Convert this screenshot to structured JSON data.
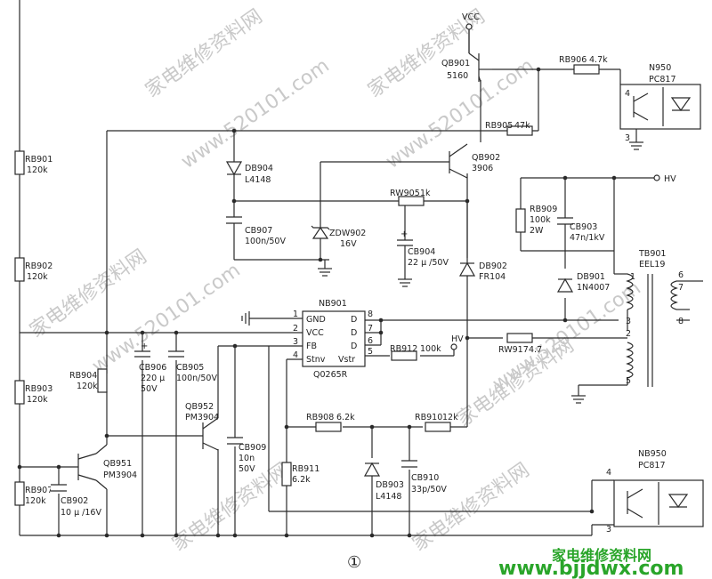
{
  "figure_number": "①",
  "watermarks": [
    "家电维修资料网",
    "www.520101.com"
  ],
  "site_logo": {
    "cn": "家电维修资料网",
    "url": "www.bjjdwx.com",
    "color": "#2aa52a"
  },
  "labels": {
    "vcc": "VCC",
    "hv": "HV",
    "hv2": "HV",
    "qb901_ref": "QB901",
    "qb901_val": "5160",
    "rb906_ref": "RB906",
    "rb906_val": "4.7k",
    "n950_ref": "N950",
    "n950_val": "PC817",
    "rb905_ref": "RB905",
    "rb905_val": "47k",
    "qb902_ref": "QB902",
    "qb902_val": "3906",
    "db904_ref": "DB904",
    "db904_val": "L4148",
    "rw905_ref": "RW905",
    "rw905_val": "1k",
    "rb909_ref": "RB909",
    "rb909_val1": "100k",
    "rb909_val2": "2W",
    "cb903_ref": "CB903",
    "cb903_val": "47n/1kV",
    "cb907_ref": "CB907",
    "cb907_val": "100n/50V",
    "zdw902_ref": "ZDW902",
    "zdw902_val": "16V",
    "cb904_ref": "CB904",
    "cb904_val": "22 μ /50V",
    "tb901_ref": "TB901",
    "tb901_val": "EEL19",
    "db902_ref": "DB902",
    "db902_val": "FR104",
    "db901_ref": "DB901",
    "db901_val": "1N4007",
    "rb901_ref": "RB901",
    "rb901_val": "120k",
    "rb902_ref": "RB902",
    "rb902_val": "120k",
    "rb903_ref": "RB903",
    "rb903_val": "120k",
    "rb907_ref": "RB907",
    "rb907_val": "120k",
    "rb904_ref": "RB904",
    "rb904_val": "120k",
    "nb901_ref": "NB901",
    "nb901_val": "Q0265R",
    "ic_pins_left": [
      "GND",
      "VCC",
      "FB",
      "Stnv"
    ],
    "ic_pins_right": [
      "D",
      "D",
      "D",
      "Vstr"
    ],
    "ic_nums_left": [
      "1",
      "2",
      "3",
      "4"
    ],
    "ic_nums_right": [
      "8",
      "7",
      "6",
      "5"
    ],
    "cb906_ref": "CB906",
    "cb906_val1": "220 μ",
    "cb906_val2": "50V",
    "cb905_ref": "CB905",
    "cb905_val": "100n/50V",
    "rb912_ref": "RB912",
    "rb912_val": "100k",
    "rw917_ref": "RW917",
    "rw917_val": "4.7",
    "qb952_ref": "QB952",
    "qb952_val": "PM3904",
    "cb909_ref": "CB909",
    "cb909_val1": "10n",
    "cb909_val2": "50V",
    "rb908_ref": "RB908",
    "rb908_val": "6.2k",
    "rb910_ref": "RB910",
    "rb910_val": "12k",
    "qb951_ref": "QB951",
    "qb951_val": "PM3904",
    "cb902_ref": "CB902",
    "cb902_val": "10 μ /16V",
    "rb911_ref": "RB911",
    "rb911_val": "6.2k",
    "db903_ref": "DB903",
    "db903_val": "L4148",
    "cb910_ref": "CB910",
    "cb910_val": "33p/50V",
    "nb950_ref": "NB950",
    "nb950_val": "PC817",
    "tr_pins": [
      "1",
      "3",
      "2",
      "5",
      "6",
      "7",
      "8"
    ],
    "opto_pins": [
      "4",
      "3"
    ],
    "opto2_pins": [
      "4",
      "3"
    ]
  }
}
